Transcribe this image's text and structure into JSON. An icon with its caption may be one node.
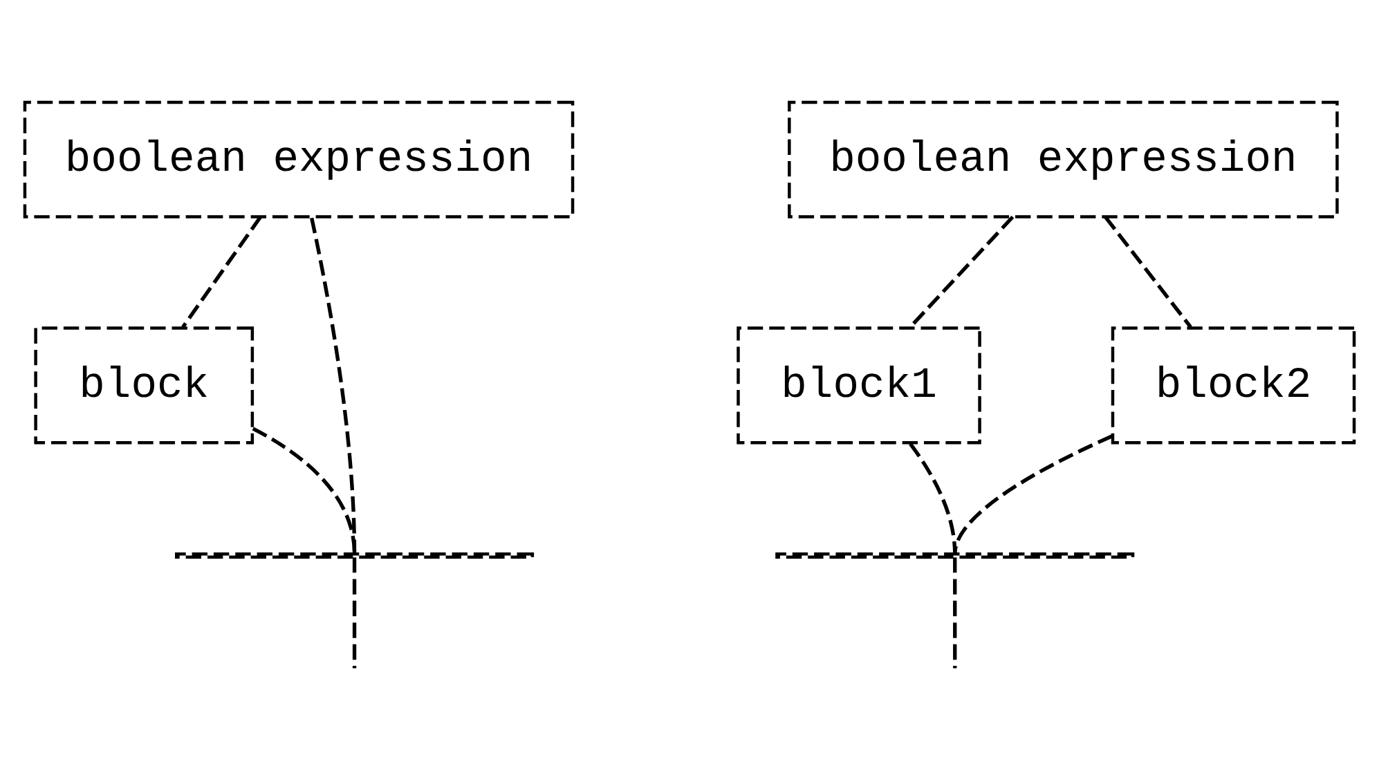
{
  "diagram": {
    "nodes": [
      {
        "text": [
          "boolean expression"
        ]
      },
      {
        "text": [
          "block"
        ]
      },
      {
        "text": [],
        "shape": "bar"
      },
      {
        "text": [
          "boolean expression"
        ]
      },
      {
        "text": [
          "block1"
        ]
      },
      {
        "text": [
          "block2"
        ]
      },
      {
        "text": [],
        "shape": "bar"
      }
    ],
    "edges": [
      {
        "from": 0,
        "to": 1,
        "arrow": "none"
      },
      {
        "from": 0,
        "to": 2,
        "arrow": "none"
      },
      {
        "from": 1,
        "to": 2,
        "arrow": "none"
      },
      {
        "from": 2,
        "to": null,
        "arrow": "none"
      },
      {
        "from": 3,
        "to": 4,
        "arrow": "none"
      },
      {
        "from": 3,
        "to": 5,
        "arrow": "none"
      },
      {
        "from": 4,
        "to": 6,
        "arrow": "none"
      },
      {
        "from": 5,
        "to": 6,
        "arrow": "none"
      },
      {
        "from": 6,
        "to": null,
        "arrow": "none"
      }
    ]
  }
}
